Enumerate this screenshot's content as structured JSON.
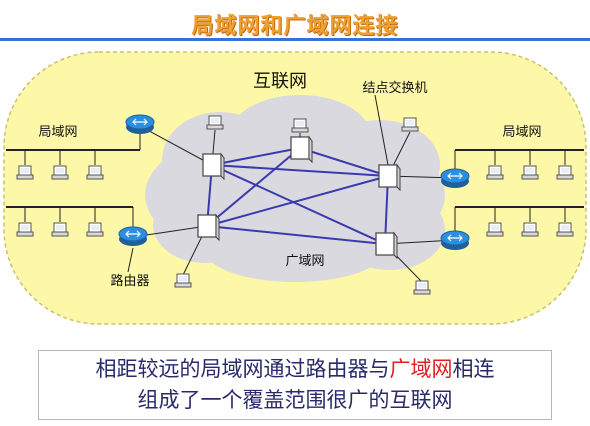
{
  "title": "局域网和广域网连接",
  "labels": {
    "internet": "互联网",
    "switch": "结点交换机",
    "lan_left": "局域网",
    "lan_right": "局域网",
    "wan": "广域网",
    "router": "路由器"
  },
  "caption": {
    "line1_a": "相距较远的局域网通过路由器与",
    "line1_hl": "广域网",
    "line1_b": "相连",
    "line2": "组成了一个覆盖范围很广的互联网"
  },
  "colors": {
    "title": "#f0a030",
    "background_pad": "#fdf7a8",
    "cloud": "#d9d9df",
    "link": "#3a3ab0",
    "router": "#2a7fd0",
    "highlight": "#e02020"
  }
}
